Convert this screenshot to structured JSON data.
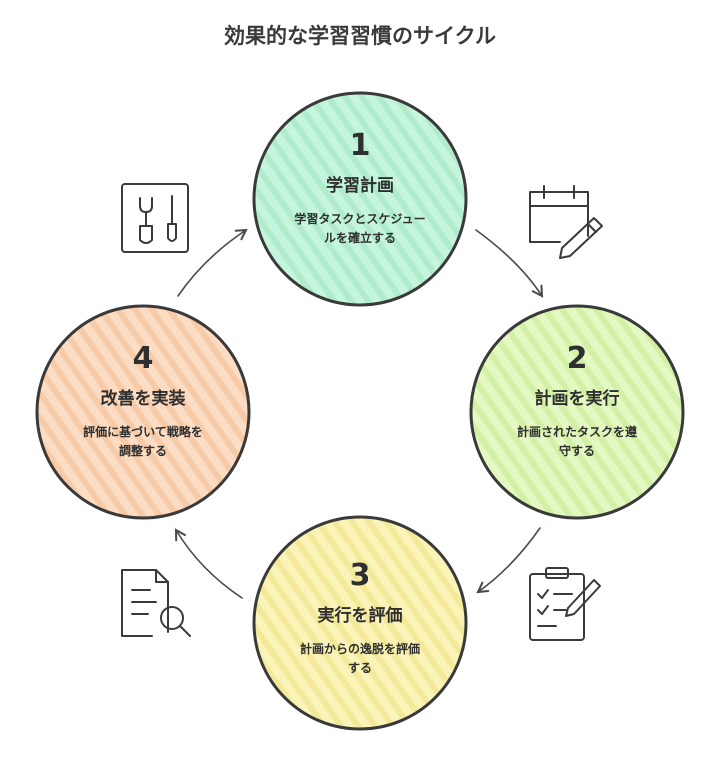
{
  "title": "効果的な学習習慣のサイクル",
  "nodes": [
    {
      "number": "1",
      "heading": "学習計画",
      "desc_line1": "学習タスクとスケジュー",
      "desc_line2": "ルを確立する",
      "color": "#c6f5de",
      "hatch": "#b0eccc"
    },
    {
      "number": "2",
      "heading": "計画を実行",
      "desc_line1": "計画されたタスクを遵",
      "desc_line2": "守する",
      "color": "#e4f8c2",
      "hatch": "#d2f0a6"
    },
    {
      "number": "3",
      "heading": "実行を評価",
      "desc_line1": "計画からの逸脱を評価",
      "desc_line2": "する",
      "color": "#fbf4b8",
      "hatch": "#f4e99a"
    },
    {
      "number": "4",
      "heading": "改善を実装",
      "desc_line1": "評価に基づいて戦略を",
      "desc_line2": "調整する",
      "color": "#fcdcc2",
      "hatch": "#f8cba8"
    }
  ],
  "icons": [
    "tools-icon",
    "calendar-pencil-icon",
    "clipboard-checklist-icon",
    "document-search-icon"
  ],
  "colors": {
    "outline": "#3a3a3a",
    "arrow": "#4a4a4a"
  }
}
